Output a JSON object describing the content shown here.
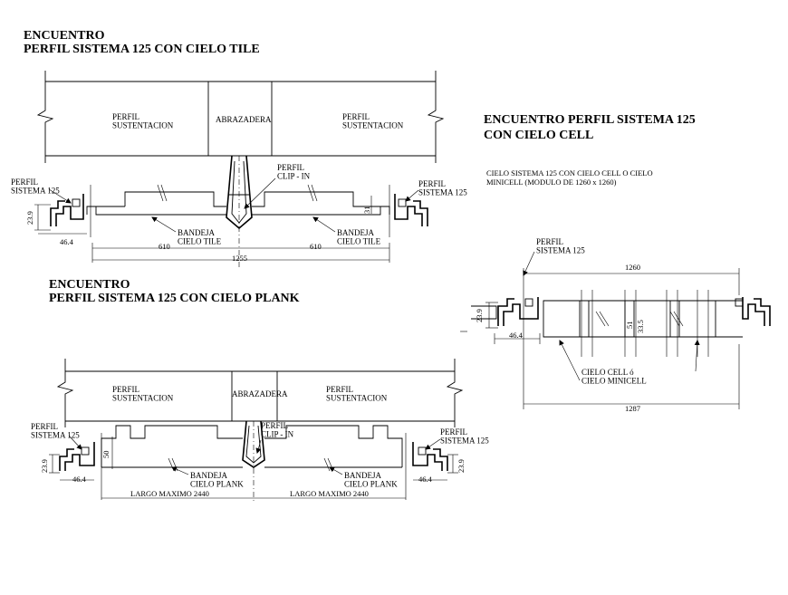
{
  "diagram_tile": {
    "title_line1": "ENCUENTRO",
    "title_line2": "PERFIL SISTEMA 125 CON CIELO TILE",
    "perfil_sustentacion_left": "PERFIL\nSUSTENTACION",
    "abrazadera": "ABRAZADERA",
    "perfil_sustentacion_right": "PERFIL\nSUSTENTACION",
    "perfil_clip_in": "PERFIL\nCLIP - IN",
    "perfil_sistema_left": "PERFIL\nSISTEMA 125",
    "perfil_sistema_right": "PERFIL\nSISTEMA 125",
    "bandeja_left": "BANDEJA\nCIELO TILE",
    "bandeja_right": "BANDEJA\nCIELO TILE",
    "dim_23_9": "23.9",
    "dim_46_4": "46.4",
    "dim_31": "31",
    "dim_610_left": "610",
    "dim_610_right": "610",
    "dim_1255": "1255"
  },
  "diagram_cell": {
    "title_line1": "ENCUENTRO PERFIL SISTEMA 125",
    "title_line2": "CON CIELO CELL",
    "note_line1": "CIELO SISTEMA 125 CON CIELO CELL O CIELO",
    "note_line2": "MINICELL (MODULO DE 1260 x 1260)",
    "perfil_sistema": "PERFIL\nSISTEMA 125",
    "dim_1260": "1260",
    "dim_23_9": "23.9",
    "dim_46_4": "46.4",
    "dim_51": "51",
    "dim_33_5": "33.5",
    "cielo_label": "CIELO CELL ó\nCIELO MINICELL",
    "dim_1287": "1287"
  },
  "diagram_plank": {
    "title_line1": "ENCUENTRO",
    "title_line2": "PERFIL SISTEMA 125 CON CIELO PLANK",
    "perfil_sustentacion_left": "PERFIL\nSUSTENTACION",
    "abrazadera": "ABRAZADERA",
    "perfil_sustentacion_right": "PERFIL\nSUSTENTACION",
    "perfil_clip_in": "PERFIL\nCLIP - IN",
    "perfil_sistema_left": "PERFIL\nSISTEMA 125",
    "perfil_sistema_right": "PERFIL\nSISTEMA 125",
    "bandeja_left": "BANDEJA\nCIELO PLANK",
    "bandeja_right": "BANDEJA\nCIELO PLANK",
    "dim_50": "50",
    "dim_23_9_left": "23.9",
    "dim_23_9_right": "23.9",
    "dim_46_4_left": "46.4",
    "dim_46_4_right": "46.4",
    "largo_left": "LARGO MAXIMO 2440",
    "largo_right": "LARGO MAXIMO 2440"
  }
}
